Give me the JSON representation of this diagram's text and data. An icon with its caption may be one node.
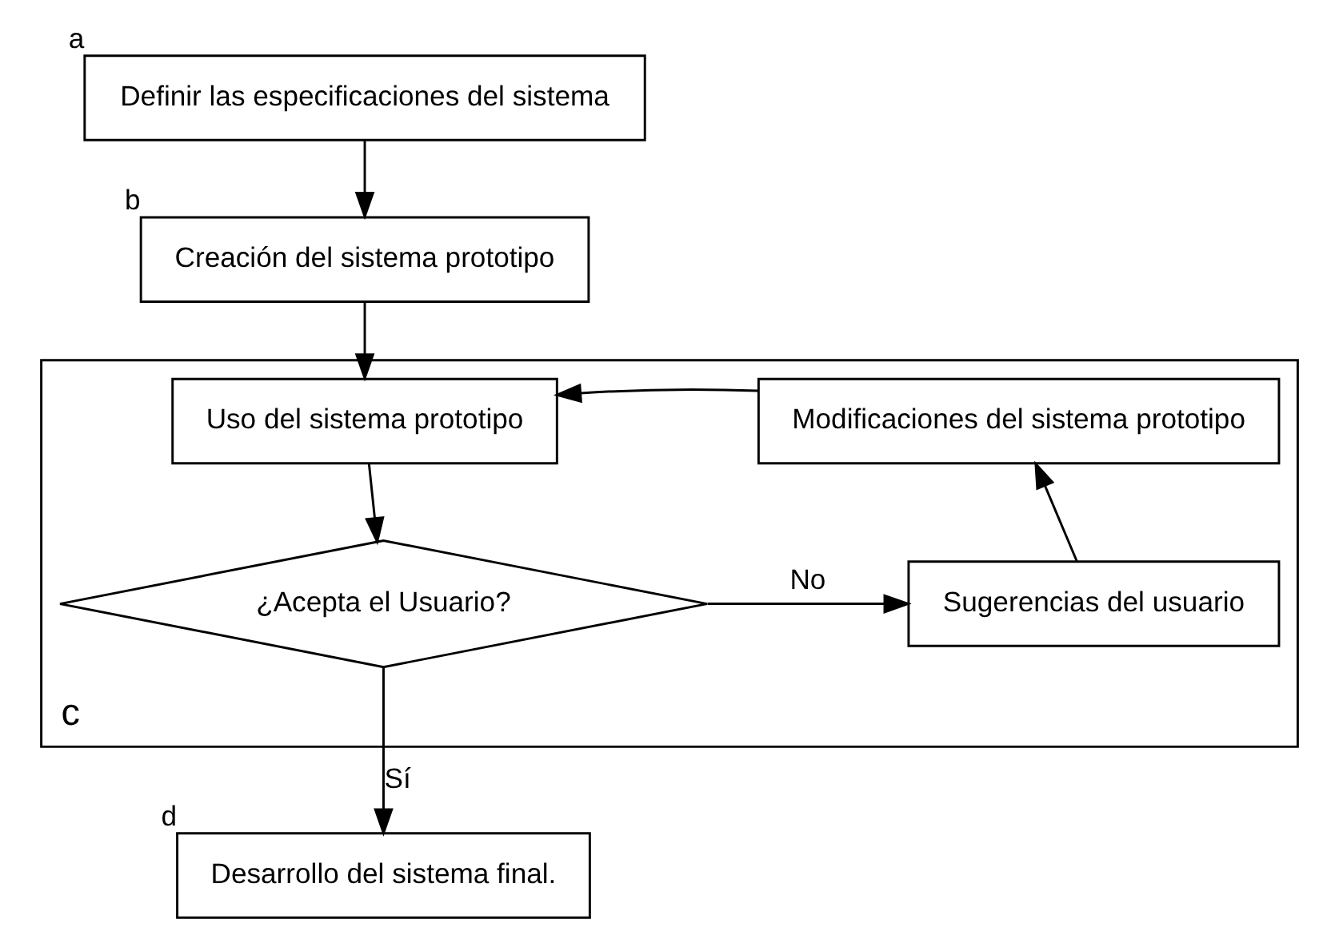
{
  "diagram": {
    "nodes": [
      {
        "text": [
          "Definir las especificaciones del sistema"
        ],
        "beside": [
          "a"
        ]
      },
      {
        "text": [
          "Creación del sistema prototipo"
        ],
        "beside": [
          "b"
        ]
      },
      {
        "text": [],
        "shape": "box",
        "beside": [
          "c"
        ]
      },
      {
        "text": [
          "Uso del sistema prototipo"
        ],
        "in": 2
      },
      {
        "text": [
          "Modificaciones del sistema prototipo"
        ],
        "in": 2
      },
      {
        "text": [
          "¿Acepta el Usuario?"
        ],
        "in": 2
      },
      {
        "text": [
          "Sugerencias del usuario"
        ],
        "in": 2
      },
      {
        "text": [
          "Desarrollo del sistema final."
        ],
        "beside": [
          "d"
        ]
      }
    ],
    "edges": [
      {
        "from": 0,
        "to": 1,
        "arrow": "to"
      },
      {
        "from": 1,
        "to": 3,
        "arrow": "to"
      },
      {
        "from": 4,
        "to": 3,
        "arrow": "to"
      },
      {
        "from": 3,
        "to": 5,
        "arrow": "to"
      },
      {
        "from": 5,
        "to": 6,
        "arrow": "to",
        "label": "No"
      },
      {
        "from": 6,
        "to": 4,
        "arrow": "to"
      },
      {
        "from": 5,
        "to": 7,
        "arrow": "to",
        "label": "Sí"
      }
    ]
  }
}
